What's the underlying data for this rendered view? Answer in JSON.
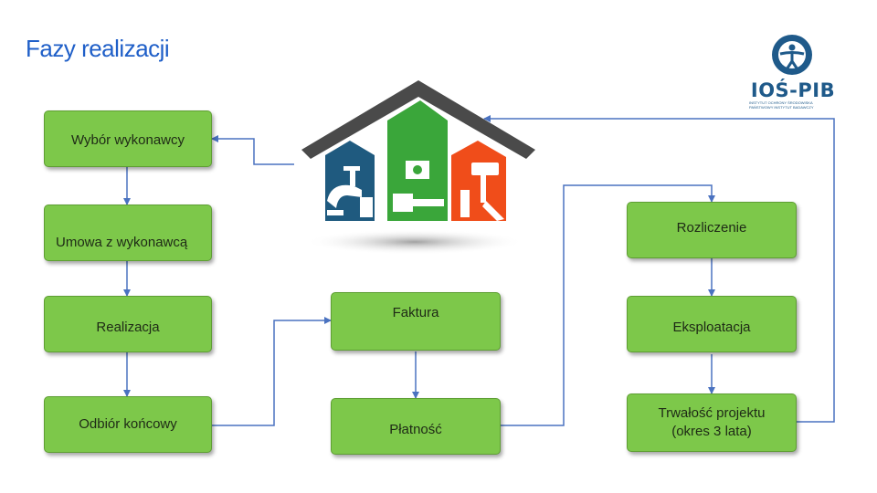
{
  "title": "Fazy realizacji",
  "logo": {
    "name": "IOŚ-PIB",
    "subtitle_line1": "INSTYTUT OCHRONY ŚRODOWISKA",
    "subtitle_line2": "PAŃSTWOWY INSTYTUT BADAWCZY"
  },
  "colors": {
    "box_fill": "#7dc84a",
    "connector": "#4a72c0",
    "title": "#1f5fc8",
    "roof": "#4a4a4a",
    "house_blue": "#1f5a7f",
    "house_green": "#3aa63a",
    "house_orange": "#f04d1a"
  },
  "nodes": {
    "wybor": "Wybór wykonawcy",
    "umowa": "Umowa z wykonawcą",
    "realizacja": "Realizacja",
    "odbior": "Odbiór końcowy",
    "faktura": "Faktura",
    "platnosc": "Płatność",
    "rozliczenie": "Rozliczenie",
    "eksploatacja": "Eksploatacja",
    "trwalosc_line1": "Trwałość projektu",
    "trwalosc_line2": "(okres 3 lata)"
  },
  "house_icons": [
    "faucet-icon",
    "plug-icon",
    "paint-roller-icon"
  ]
}
